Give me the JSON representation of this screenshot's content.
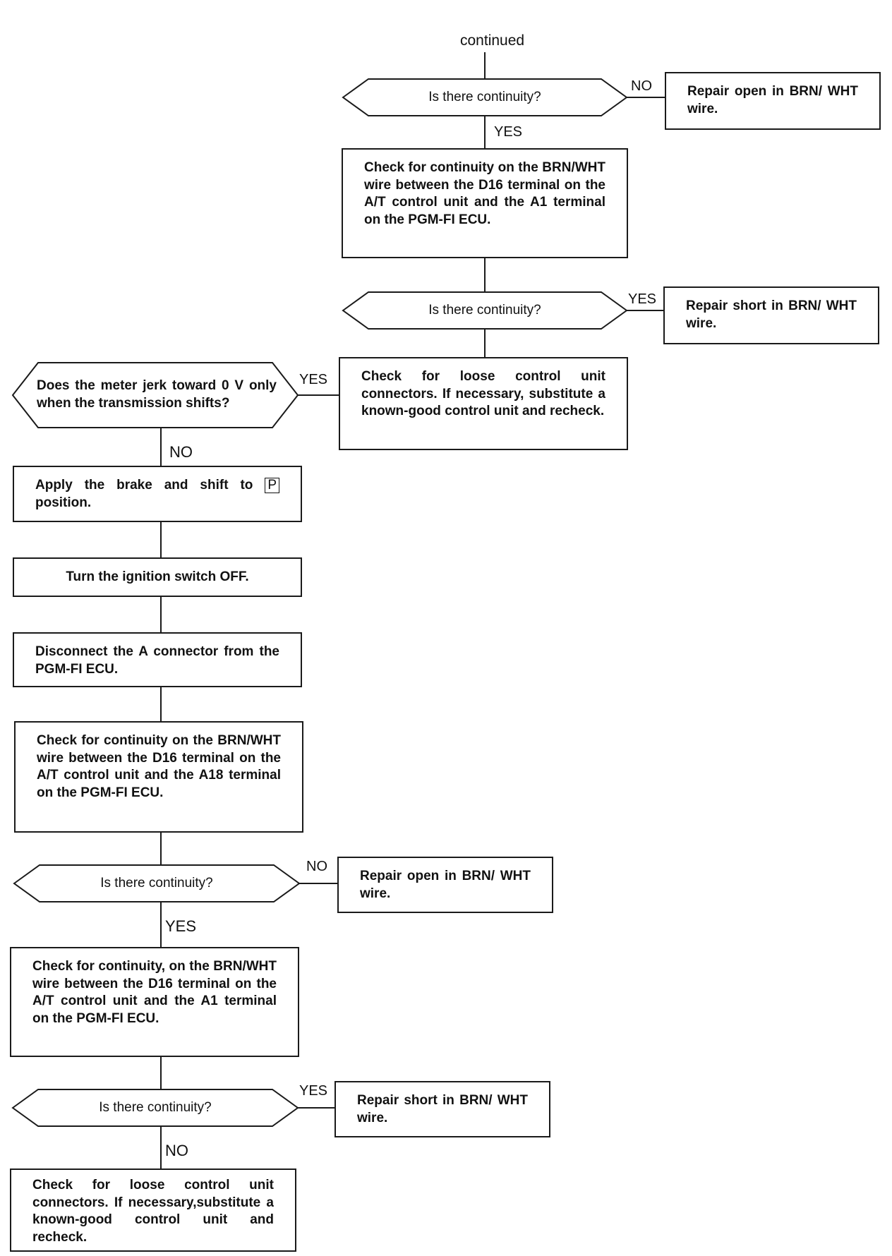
{
  "header": {
    "continued": "continued"
  },
  "steps": {
    "q_continuity_1": "Is there continuity?",
    "repair_open_1": "Repair open in BRN/ WHT wire.",
    "check_d16_a1_1": "Check for continuity on the BRN/WHT wire between the D16 terminal on the A/T control unit and the A1 terminal on the PGM-FI ECU.",
    "q_continuity_2": "Is there continuity?",
    "repair_short_1": "Repair short in BRN/ WHT wire.",
    "check_loose_1": "Check for loose control unit connectors. If necessary, substitute a known-good control unit and recheck.",
    "q_meter_jerk": "Does the meter jerk toward 0 V only when the transmission shifts?",
    "apply_brake_prefix": "Apply the brake and shift to",
    "apply_brake_key": "P",
    "apply_brake_suffix": "position.",
    "ignition_off": "Turn the ignition switch OFF.",
    "disconnect_a": "Disconnect the A connector from the PGM-FI ECU.",
    "check_d16_a18": "Check for continuity on the BRN/WHT wire between the D16 terminal on the A/T control unit and the A18 terminal on the PGM-FI ECU.",
    "q_continuity_3": "Is there continuity?",
    "repair_open_2": "Repair open in BRN/ WHT wire.",
    "check_d16_a1_2": "Check for continuity, on the BRN/WHT wire between the D16 terminal on the A/T control unit and the A1 terminal on the PGM-FI ECU.",
    "q_continuity_4": "Is there continuity?",
    "repair_short_2": "Repair short in BRN/ WHT wire.",
    "check_loose_2": "Check for loose control unit connectors. If necessary,substitute a known-good control unit and recheck."
  },
  "labels": {
    "no_1": "NO",
    "yes_1": "YES",
    "yes_2": "YES",
    "yes_3": "YES",
    "no_2": "NO",
    "no_3": "NO",
    "yes_4": "YES",
    "yes_5": "YES",
    "no_4": "NO"
  }
}
